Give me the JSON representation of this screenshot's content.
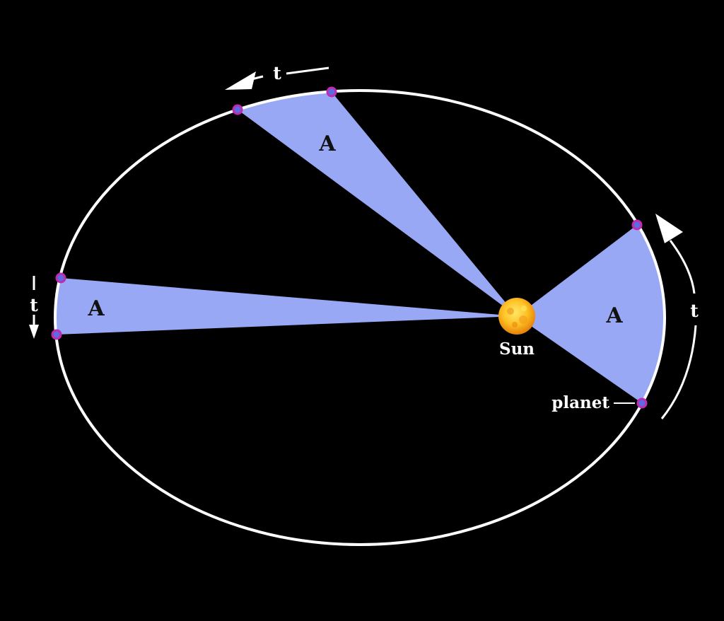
{
  "diagram": {
    "sectors": [
      {
        "label": "A"
      },
      {
        "label": "A"
      },
      {
        "label": "A"
      }
    ],
    "time_labels": [
      "t",
      "t",
      "t"
    ],
    "sun": {
      "label": "Sun"
    },
    "planet": {
      "label": "planet"
    },
    "colors": {
      "background": "#000000",
      "orbit": "#ffffff",
      "sector_fill": "#98a8f4",
      "sun_inner": "#ffd23a",
      "sun_outer": "#e57f0a",
      "planet_fill": "#5b6be0",
      "planet_ring": "#c02bb4",
      "text": "#ffffff",
      "area_text": "#111111"
    }
  }
}
